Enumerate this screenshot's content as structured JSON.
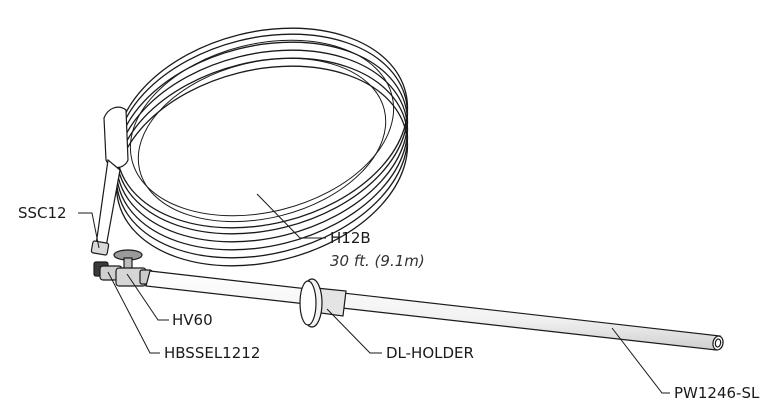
{
  "parts": {
    "hose": {
      "code": "H12B",
      "length": "30 ft. (9.1m)"
    },
    "coupler": {
      "code": "SSC12"
    },
    "valve": {
      "code": "HV60"
    },
    "elbow": {
      "code": "HBSSEL1212"
    },
    "holder": {
      "code": "DL-HOLDER"
    },
    "wand": {
      "code": "PW1246-SL"
    }
  },
  "colors": {
    "line": "#1a1a1a",
    "fill": "#ffffff",
    "shade": "#e6e6e6"
  }
}
